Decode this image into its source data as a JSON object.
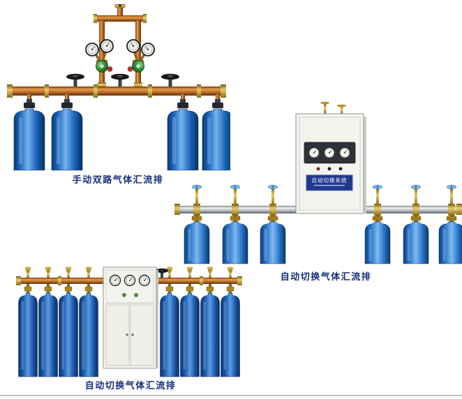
{
  "page": {
    "background": "#ffffff",
    "caption_color": "#16307c"
  },
  "products": [
    {
      "name": "manual-dual-gas-manifold",
      "caption": "手动双路气体汇流排",
      "cylinder_count": 4,
      "colors": {
        "pipe_copper": "#c87a30",
        "cylinder_blue": "#1f6cc2",
        "regulator_green": "#2e8a3a"
      }
    },
    {
      "name": "auto-switching-gas-manifold-with-cabinet",
      "caption": "自动切换气体汇流排",
      "cabinet_label": "自动切换系统",
      "cylinder_count": 6,
      "colors": {
        "pipe_aluminum": "#c3cad0",
        "cylinder_blue": "#2a78cc",
        "cabinet": "#f3f4ee",
        "label_plate": "#20398f"
      }
    },
    {
      "name": "auto-switching-gas-manifold-double-row",
      "caption": "自动切换气体汇流排",
      "cylinder_count": 8,
      "colors": {
        "pipe_copper": "#c87a30",
        "cylinder_blue": "#1d5cb0",
        "cabinet": "#f2f3ed"
      }
    }
  ]
}
